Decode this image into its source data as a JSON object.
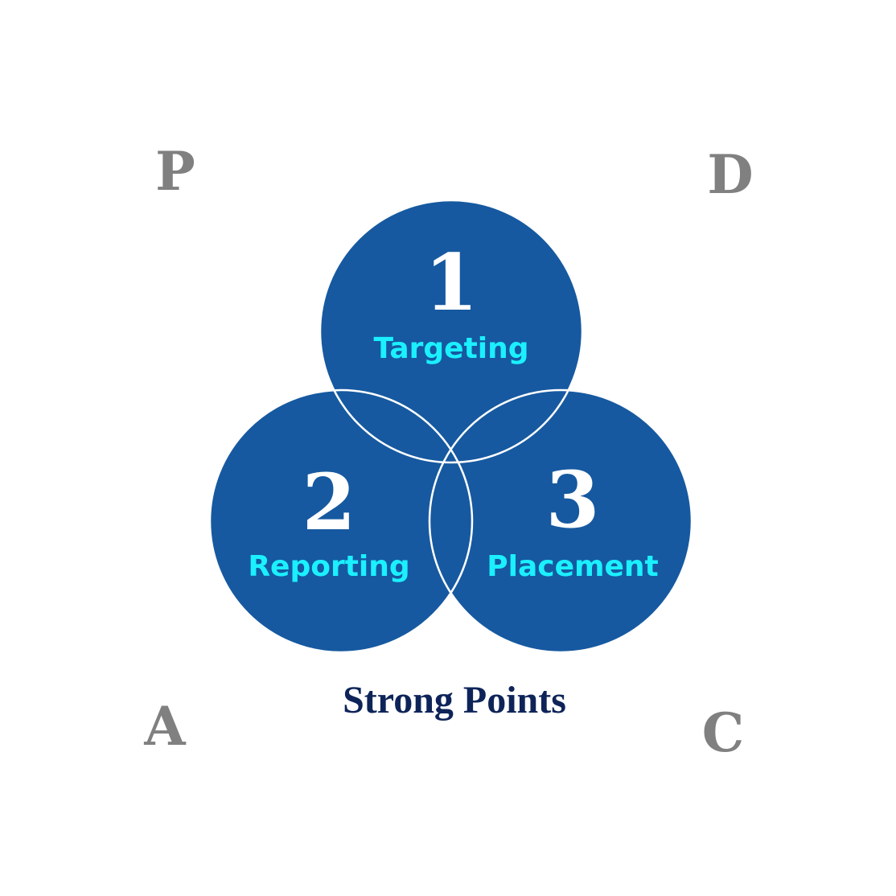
{
  "colors": {
    "circle_fill": "#1659A0",
    "circle_outline": "#ffffff",
    "number_text": "#ffffff",
    "label_text": "#1BF0FF",
    "corner_text": "#808080",
    "caption_text": "#0E2459"
  },
  "corners": {
    "top_left": "P",
    "top_right": "D",
    "bottom_left": "A",
    "bottom_right": "C"
  },
  "circles": [
    {
      "number": "1",
      "label": "Targeting"
    },
    {
      "number": "2",
      "label": "Reporting"
    },
    {
      "number": "3",
      "label": "Placement"
    }
  ],
  "caption": "Strong Points"
}
